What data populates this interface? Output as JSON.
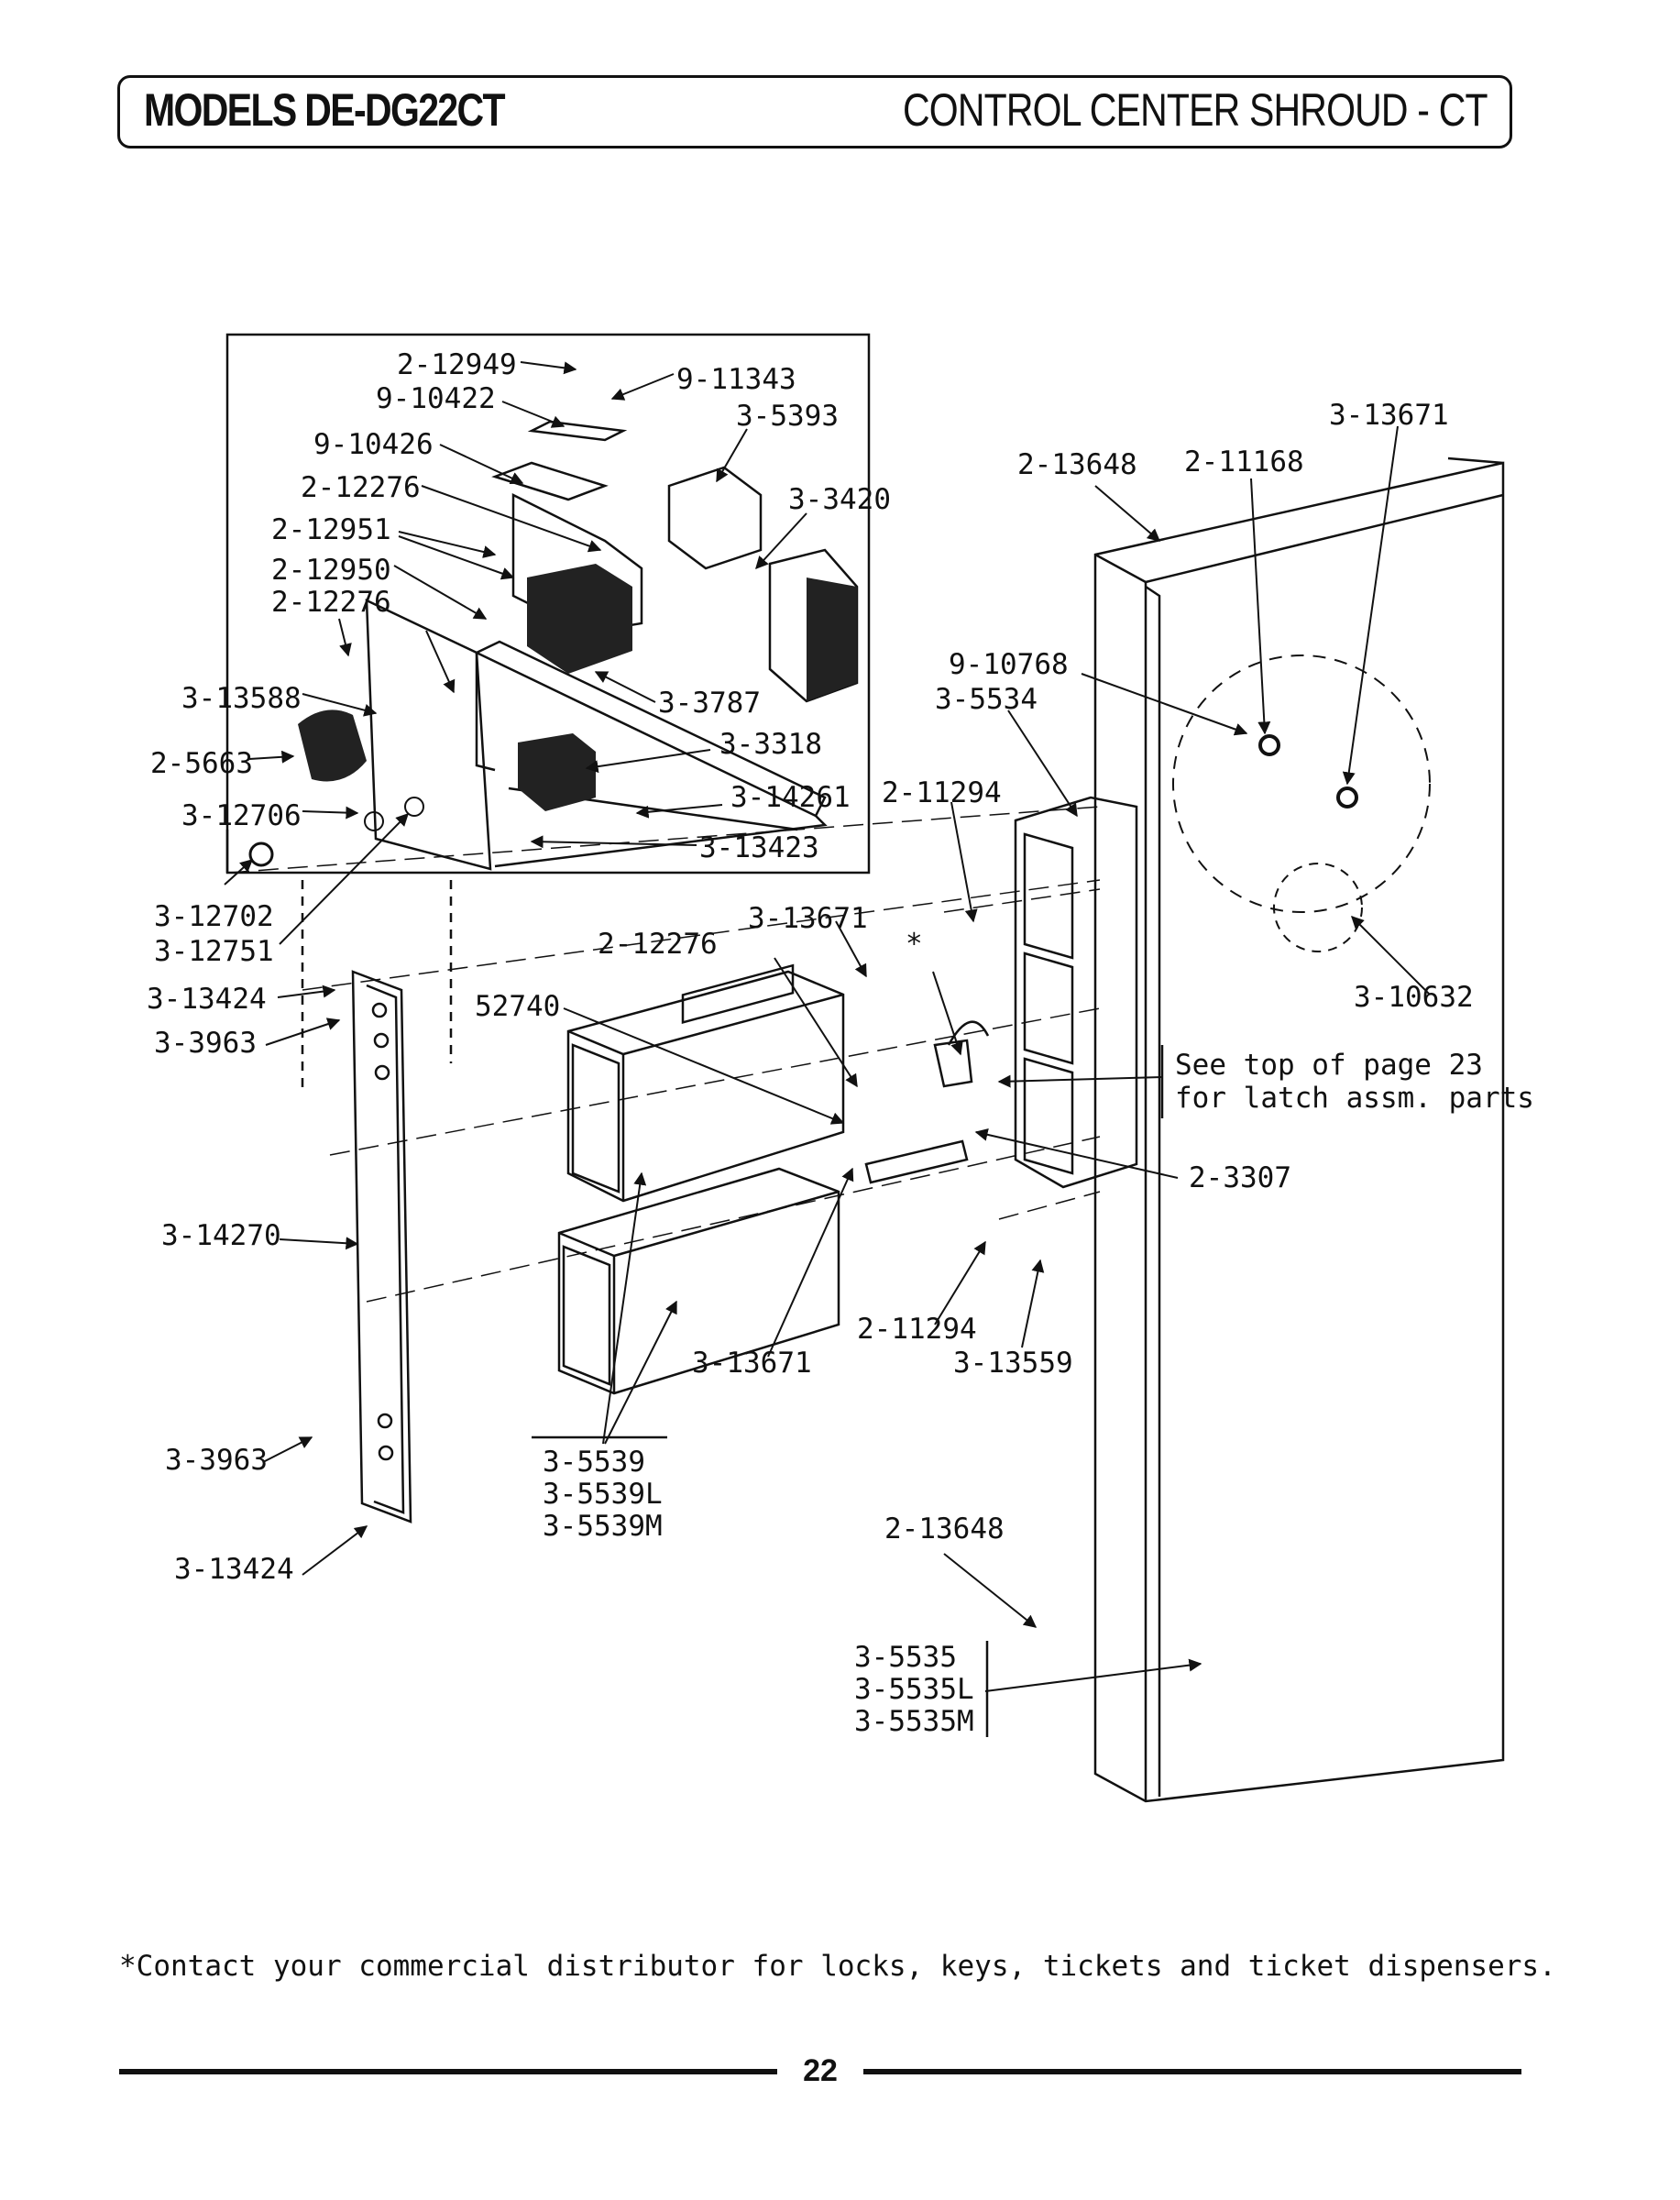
{
  "header": {
    "models_title": "MODELS DE-DG22CT",
    "section_title": "CONTROL CENTER SHROUD - CT"
  },
  "part_labels": {
    "p2_12949": "2-12949",
    "p9_11343": "9-11343",
    "p9_10422": "9-10422",
    "p3_5393": "3-5393",
    "p9_10426": "9-10426",
    "p2_12276_a": "2-12276",
    "p3_3420": "3-3420",
    "p2_12951": "2-12951",
    "p2_12950": "2-12950",
    "p2_12276_b": "2-12276",
    "p3_13588": "3-13588",
    "p3_3787": "3-3787",
    "p2_5663": "2-5663",
    "p3_3318": "3-3318",
    "p3_12706": "3-12706",
    "p3_14261": "3-14261",
    "p3_13423": "3-13423",
    "p3_12702": "3-12702",
    "p3_12751": "3-12751",
    "p3_13424_a": "3-13424",
    "p3_3963_a": "3-3963",
    "p3_13671_top": "3-13671",
    "p2_13648_top": "2-13648",
    "p2_11168": "2-11168",
    "p9_10768": "9-10768",
    "p3_5534": "3-5534",
    "p2_11294_a": "2-11294",
    "p3_13671_mid": "3-13671",
    "p2_12276_c": "2-12276",
    "asterisk": "*",
    "p3_10632": "3-10632",
    "p52740": "52740",
    "p2_3307": "2-3307",
    "p3_14270": "3-14270",
    "p2_11294_b": "2-11294",
    "p3_13559": "3-13559",
    "p3_13671_low": "3-13671",
    "p3_3963_b": "3-3963",
    "p3_5539": "3-5539",
    "p3_5539L": "3-5539L",
    "p3_5539M": "3-5539M",
    "p3_13424_b": "3-13424",
    "p2_13648_low": "2-13648",
    "p3_5535": "3-5535",
    "p3_5535L": "3-5535L",
    "p3_5535M": "3-5535M"
  },
  "latch_note": {
    "line1": "See top of page 23",
    "line2": "for latch assm. parts"
  },
  "footnote": "*Contact your commercial distributor for locks, keys, tickets and ticket dispensers.",
  "page_number": "22"
}
